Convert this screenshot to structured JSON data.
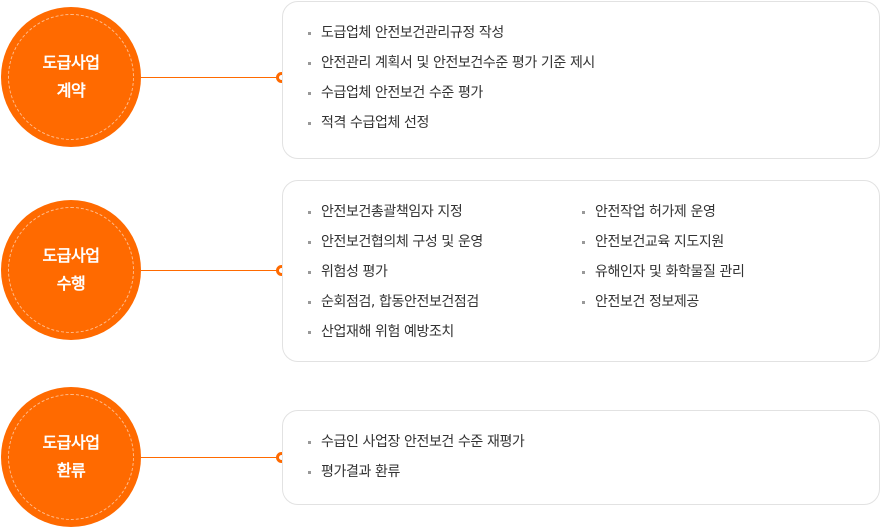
{
  "steps": [
    {
      "title": "도급사업\n계약",
      "items": [
        [
          "도급업체 안전보건관리규정 작성",
          "안전관리 계획서 및 안전보건수준 평가 기준 제시",
          "수급업체 안전보건 수준 평가",
          "적격 수급업체 선정"
        ]
      ]
    },
    {
      "title": "도급사업\n수행",
      "items": [
        [
          "안전보건총괄책임자 지정",
          "안전보건협의체 구성 및 운영",
          "위험성 평가",
          "순회점검, 합동안전보건점검",
          "산업재해 위험 예방조치"
        ],
        [
          "안전작업 허가제 운영",
          "안전보건교육 지도지원",
          "유해인자 및 화학물질 관리",
          "안전보건 정보제공"
        ]
      ]
    },
    {
      "title": "도급사업\n환류",
      "items": [
        [
          "수급인 사업장 안전보건 수준 재평가",
          "평가결과 환류"
        ]
      ]
    }
  ],
  "colors": {
    "accent": "#ff6a00",
    "text": "#333333",
    "border": "#e2e2e2"
  }
}
